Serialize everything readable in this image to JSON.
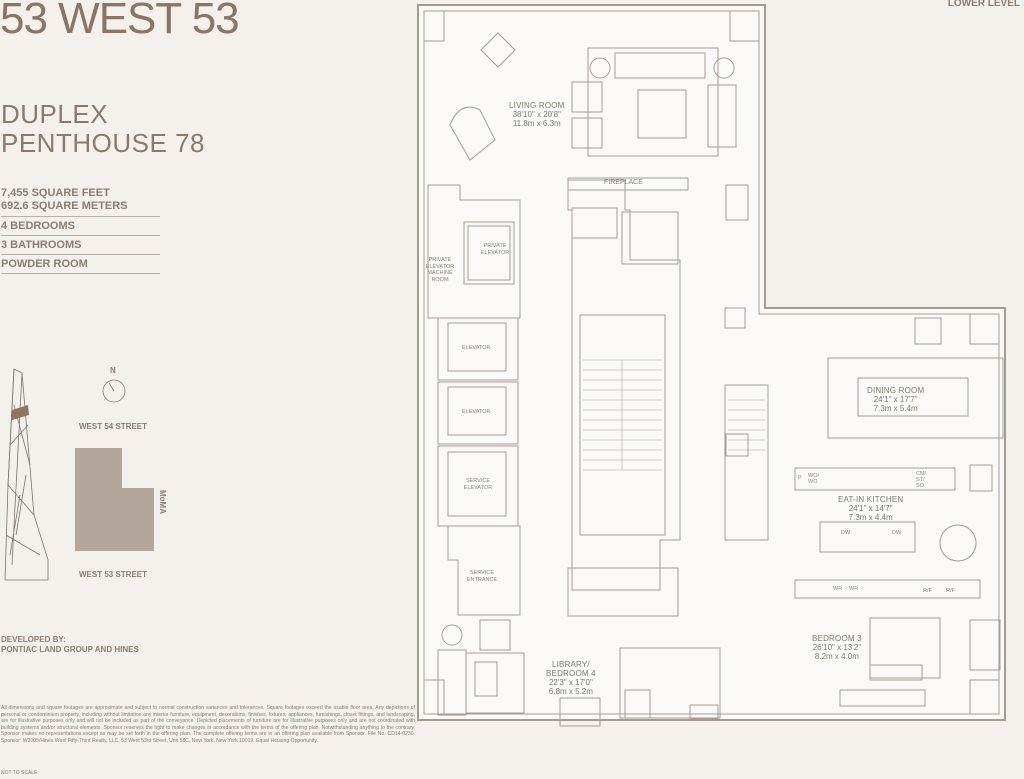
{
  "brand": "53 WEST 53",
  "level": "LOWER LEVEL",
  "unit": {
    "line1": "DUPLEX",
    "line2": "PENTHOUSE 78"
  },
  "specs": {
    "area": [
      "7,455 SQUARE FEET",
      "692.6 SQUARE METERS"
    ],
    "items": [
      "4 BEDROOMS",
      "3 BATHROOMS",
      "POWDER ROOM"
    ]
  },
  "site": {
    "north": "N",
    "street_north": "WEST 54 STREET",
    "street_south": "WEST 53 STREET",
    "neighbor": "MoMA"
  },
  "developer": {
    "label": "DEVELOPED BY:",
    "name": "PONTIAC LAND GROUP AND HINES"
  },
  "disclaimer": "All dimensions and square footages are approximate and subject to normal construction variances and tolerances. Square footages exceed the usable floor area. Any depictions of personal or condominium property, including without limitation any interior furniture, equipment, decorations, finishes, fixtures, appliances, furnishings, closet fittings, and landscaping, are for illustrative purposes only and will not be included as part of the conveyance. Depicted placements of furniture are for illustrative purposes only and are not coordinated with building systems and/or structural elements. Sponsor reserves the right to make changes in accordance with the terms of the offering plan. Notwithstanding anything to the contrary, Sponsor makes no representations except as may be set forth in the offering plan. The complete offering terms are in an offering plan available from Sponsor. File No. CD14-0230. Sponsor: W2005/Hines West Fifty-Third Realty, LLC, 53 West 53rd Street, Unit 58C, New York, New York 10019. Equal Housing Opportunity.",
  "not_to_scale": "NOT TO SCALE",
  "rooms": {
    "living": {
      "name": "LIVING ROOM",
      "imperial": "38'10\" x 20'8\"",
      "metric": "11.8m x 6.3m"
    },
    "dining": {
      "name": "DINING ROOM",
      "imperial": "24'1\" x 17'7\"",
      "metric": "7.3m x 5.4m"
    },
    "kitchen": {
      "name": "EAT-IN KITCHEN",
      "imperial": "24'1\" x 14'7\"",
      "metric": "7.3m x 4.4m"
    },
    "bedroom3": {
      "name": "BEDROOM 3",
      "imperial": "26'10\" x 13'2\"",
      "metric": "8.2m x 4.0m"
    },
    "library": {
      "name": "LIBRARY/",
      "name2": "BEDROOM 4",
      "imperial": "22'3\" x 17'0\"",
      "metric": "6.8m x 5.2m"
    }
  },
  "labels": {
    "fireplace": "FIREPLACE",
    "private_elevator": "PRIVATE ELEVATOR",
    "machine_room": "PRIVATE ELEVATOR MACHINE ROOM",
    "elevator1": "ELEVATOR",
    "elevator2": "ELEVATOR",
    "service_elevator": "SERVICE ELEVATOR",
    "service_entrance": "SERVICE ENTRANCE"
  },
  "fixtures": {
    "p": "P",
    "wo": "WO/ WO",
    "cm": "CM/ ST/ SO",
    "dw": "DW",
    "wr": "WR",
    "rf": "R/F"
  },
  "colors": {
    "background": "#f4f1ec",
    "brand": "#8a7566",
    "site_block": "#b3a69b",
    "plan_line": "#a49c93"
  }
}
